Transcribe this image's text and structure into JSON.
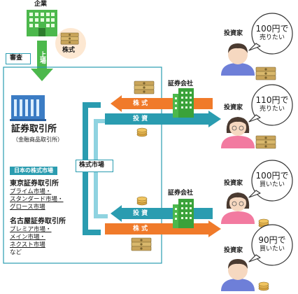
{
  "company": {
    "label": "企業"
  },
  "stock_cert": {
    "label": "株式"
  },
  "listing": {
    "screening": "審査",
    "listing": "上場"
  },
  "exchange": {
    "title": "証券取引所",
    "subtitle": "（金融商品取引所）",
    "japan_markets_label": "日本の株式市場",
    "tokyo": {
      "name": "東京証券取引所",
      "markets": [
        "プライム市場・",
        "スタンダード市場・",
        "グロース市場"
      ]
    },
    "nagoya": {
      "name": "名古屋証券取引所",
      "markets": [
        "プレミア市場・",
        "メイン市場・",
        "ネクスト市場"
      ]
    },
    "others": "など"
  },
  "stock_market_label": "株式市場",
  "top_flow": {
    "broker_label": "証券会社",
    "stock_arrow": "株 式",
    "investment_arrow": "投 資"
  },
  "bottom_flow": {
    "broker_label": "証券会社",
    "investment_arrow": "投 資",
    "stock_arrow": "株 式"
  },
  "investors": [
    {
      "label": "投資家",
      "price": "100円で",
      "action": "売りたい",
      "gender": "male"
    },
    {
      "label": "投資家",
      "price": "110円で",
      "action": "売りたい",
      "gender": "female"
    },
    {
      "label": "投資家",
      "price": "100円で",
      "action": "買いたい",
      "gender": "female"
    },
    {
      "label": "投資家",
      "price": "90円で",
      "action": "買いたい",
      "gender": "male"
    }
  ],
  "colors": {
    "teal": "#2a9cb0",
    "light_teal": "#8fd3e0",
    "orange": "#f07a2a",
    "green": "#4cb84c",
    "navy_blue": "#3b7cc4",
    "male_shirt": "#6e7fd8",
    "female_shirt": "#f27aa0",
    "money": "#c8a45a"
  }
}
